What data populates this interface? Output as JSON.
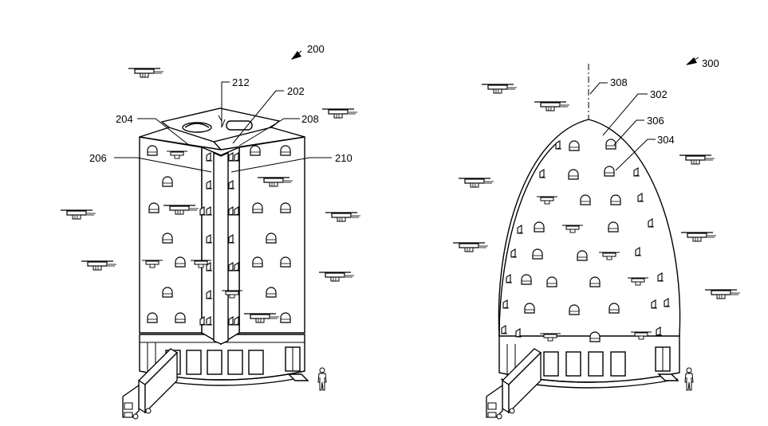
{
  "figures": [
    {
      "ref": "200",
      "labels": [
        "212",
        "202",
        "204",
        "208",
        "206",
        "210"
      ]
    },
    {
      "ref": "300",
      "labels": [
        "308",
        "302",
        "306",
        "304"
      ]
    }
  ],
  "icons": [
    "drone-icon",
    "bay-door-icon",
    "truck-icon",
    "person-icon"
  ],
  "colors": {
    "ink": "#000000",
    "paper": "#ffffff"
  }
}
